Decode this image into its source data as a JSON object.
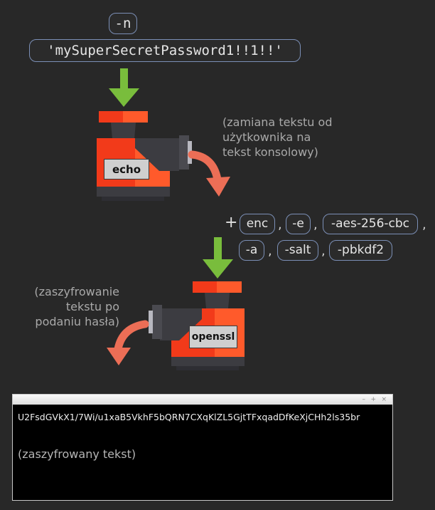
{
  "top_args": {
    "flag": "-n",
    "password": "'mySuperSecretPassword1!!1!!'"
  },
  "echo_machine": {
    "label": "echo",
    "note_lines": [
      "(zamiana tekstu od",
      "użytkownika na",
      "tekst konsolowy)"
    ]
  },
  "openssl_args": {
    "plus": "+",
    "items": [
      "enc",
      "-e",
      "-aes-256-cbc",
      "-a",
      "-salt",
      "-pbkdf2"
    ],
    "separator": ","
  },
  "openssl_machine": {
    "label": "openssl",
    "note_lines": [
      "(zaszyfrowanie",
      "tekstu po",
      "podaniu hasła)"
    ]
  },
  "terminal": {
    "buttons": [
      "–",
      "+",
      "×"
    ],
    "output": "U2FsdGVkX1/7Wi/u1xaB5VkhF5bQRN7CXqKlZL5GjtTFxqadDfKeXjCHh2ls35br",
    "note": "(zaszyfrowany tekst)"
  },
  "colors": {
    "background": "#282828",
    "pill_border": "#7b8fb6",
    "machine_red": "#f23a1a",
    "machine_red_light": "#ff5a2b",
    "machine_gray": "#3c3c41",
    "arrow_green": "#79bd3c",
    "arrow_salmon": "#ec6e56"
  },
  "icons": [
    "echo-grinder-icon",
    "openssl-grinder-icon",
    "green-down-arrow-icon",
    "curved-output-arrow-icon"
  ]
}
